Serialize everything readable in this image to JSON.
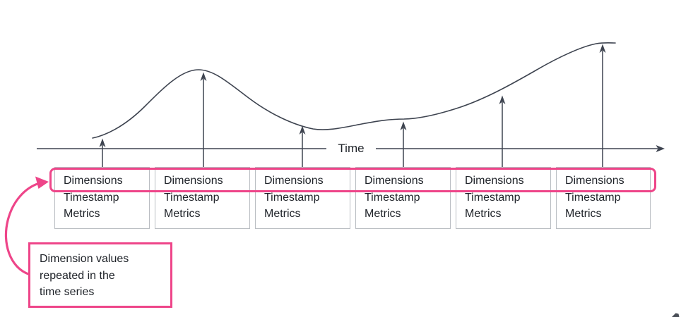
{
  "diagram": {
    "axis_label": "Time",
    "record_count": 6,
    "record_box": {
      "dimensions": "Dimensions",
      "timestamp": "Timestamp",
      "metrics": "Metrics"
    },
    "annotation": {
      "line1": "Dimension values",
      "line2": "repeated in the",
      "line3": "time series"
    },
    "icons": {
      "axis_arrowhead": "triangle-right",
      "sample_arrowhead": "triangle-up",
      "annotation_arrowhead": "triangle-right"
    },
    "colors": {
      "highlight_pink": "#ee4589",
      "line_dark": "#3e4450",
      "box_border": "#b9bdc2",
      "text_dark": "#20242a"
    }
  }
}
